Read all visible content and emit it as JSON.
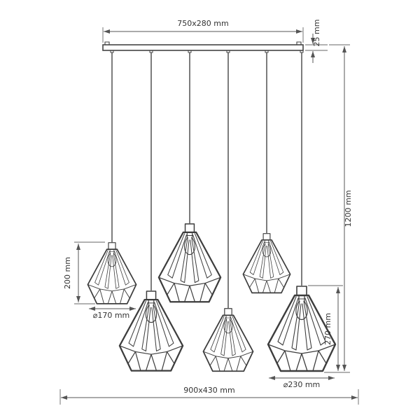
{
  "labels": {
    "canopy_size": "750x280 mm",
    "canopy_thickness": "25 mm",
    "total_height": "1200 mm",
    "small_shade_height": "200 mm",
    "small_shade_diameter": "⌀170 mm",
    "large_shade_height": "270 mm",
    "large_shade_diameter": "⌀230 mm",
    "overall_size": "900x430 mm"
  },
  "shade_count": 6,
  "colors": {
    "outline": "#3d3d3d",
    "dimension_lines": "#555555",
    "text": "#333333",
    "background": "#ffffff"
  }
}
